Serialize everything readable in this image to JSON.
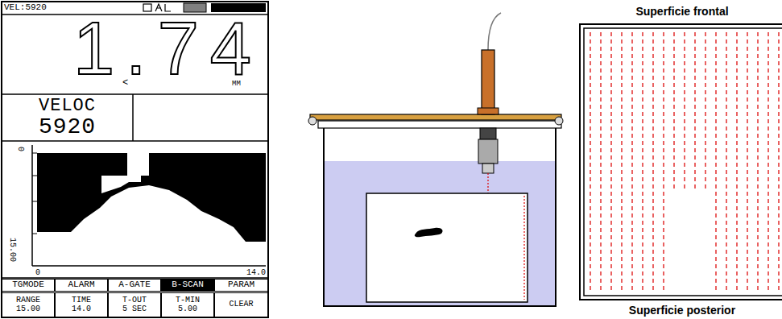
{
  "diagram": {
    "nodes": [
      {
        "text": [
          "VELOC",
          "5920"
        ]
      },
      {
        "text": [
          "TGMODE"
        ]
      },
      {
        "text": [
          "ALARM"
        ]
      },
      {
        "text": [
          "A-GATE"
        ]
      },
      {
        "text": [
          "B-SCAN"
        ]
      },
      {
        "text": [
          "PARAM"
        ]
      },
      {
        "text": [
          "RANGE",
          "15.00"
        ]
      },
      {
        "text": [
          "TIME",
          "14.0"
        ]
      },
      {
        "text": [
          "T-OUT",
          "5 SEC"
        ]
      },
      {
        "text": [
          "T-MIN",
          "5.00"
        ]
      },
      {
        "text": [
          "CLEAR"
        ]
      }
    ],
    "labels": [
      "VEL:5920",
      "1.74",
      "<",
      "MM",
      "0",
      "15.00",
      "0",
      "14.0",
      "Superficie frontal",
      "Superficie posterior"
    ]
  }
}
